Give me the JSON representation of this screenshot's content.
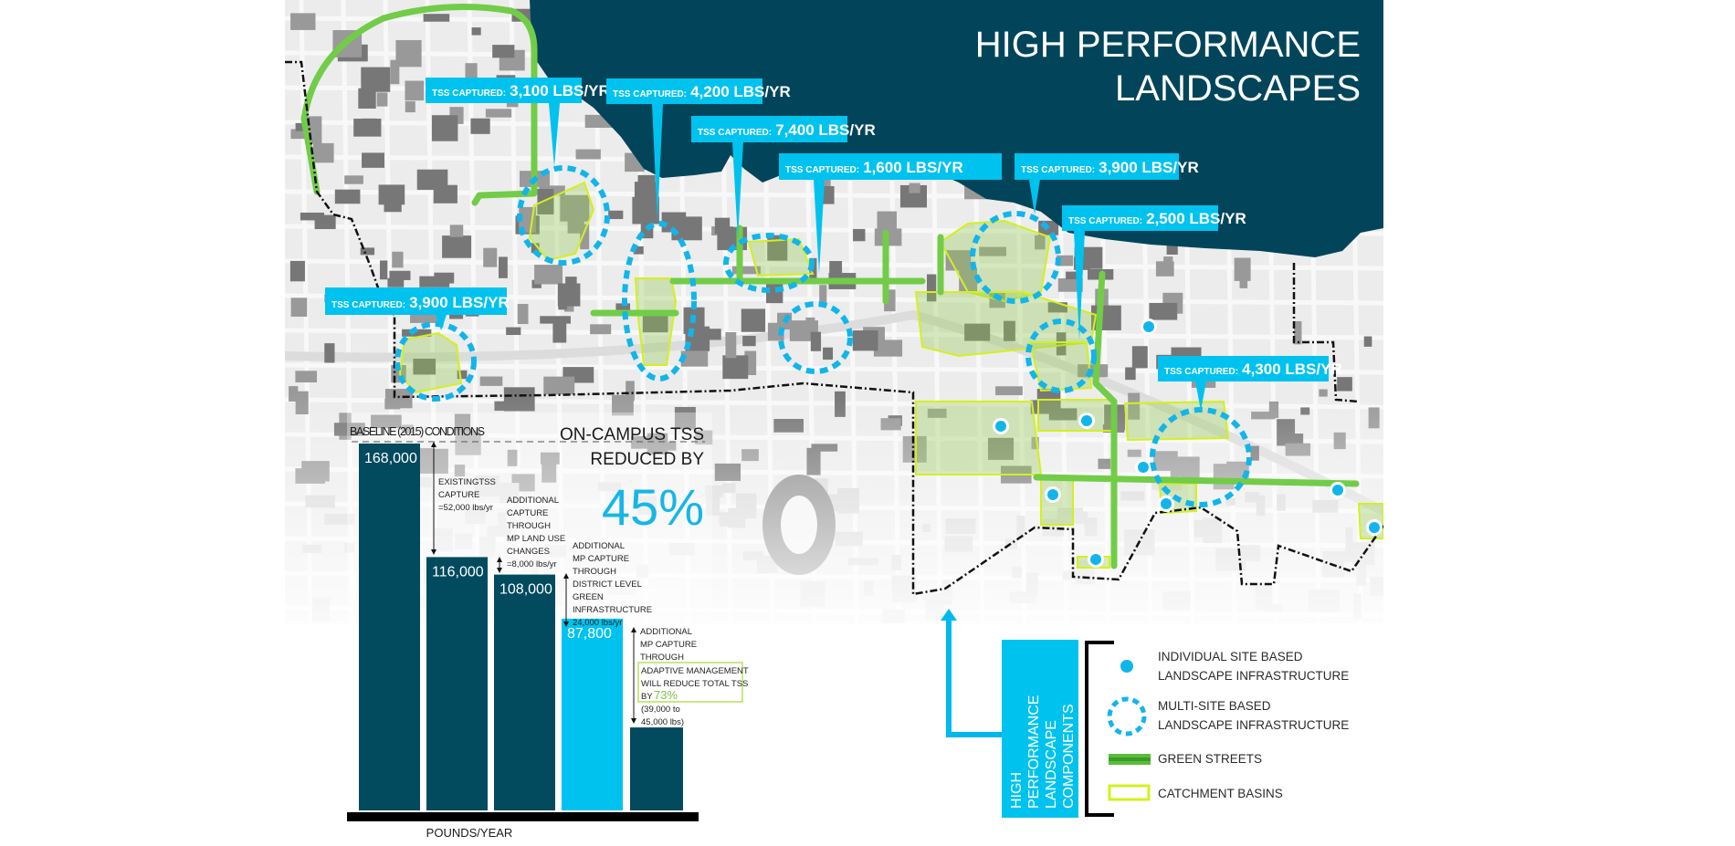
{
  "title": {
    "line1": "HIGH PERFORMANCE",
    "line2": "LANDSCAPES"
  },
  "colors": {
    "water": "#02455a",
    "bar_dark": "#024a5e",
    "bar_highlight": "#00c2ee",
    "accent_blue": "#00b9ec",
    "green_street": "#6cc644",
    "catchment": "#d4f01e",
    "map_bg": "#ececec"
  },
  "callouts": [
    {
      "label": "TSS CAPTURED:",
      "value": "3,100 LBS/YR"
    },
    {
      "label": "TSS CAPTURED:",
      "value": "4,200 LBS/YR"
    },
    {
      "label": "TSS CAPTURED:",
      "value": "7,400 LBS/YR"
    },
    {
      "label": "TSS CAPTURED:",
      "value": "1,600 LBS/YR"
    },
    {
      "label": "TSS CAPTURED:",
      "value": "3,900 LBS/YR"
    },
    {
      "label": "TSS CAPTURED:",
      "value": "2,500 LBS/YR"
    },
    {
      "label": "TSS CAPTURED:",
      "value": "3,900 LBS/YR"
    },
    {
      "label": "TSS CAPTURED:",
      "value": "4,300 LBS/YR"
    }
  ],
  "headline": {
    "line1": "ON-CAMPUS TSS",
    "line2": "REDUCED BY",
    "percent": "45%"
  },
  "chart_data": {
    "type": "bar",
    "title": "",
    "xlabel": "POUNDS/YEAR",
    "ylabel": "",
    "baseline_label": "BASELINE (2015) CONDITIONS",
    "categories": [
      "",
      "",
      "",
      "",
      ""
    ],
    "values": [
      168000,
      116000,
      108000,
      87800,
      38000
    ],
    "value_labels": [
      "168,000",
      "116,000",
      "108,000",
      "87,800",
      ""
    ],
    "highlight_index": 3,
    "ylim": [
      0,
      168000
    ],
    "grid": false,
    "annotations": [
      {
        "lines": [
          "EXISTINGTSS",
          "CAPTURE",
          "=52,000 lbs/yr"
        ]
      },
      {
        "lines": [
          "ADDITIONAL",
          "CAPTURE",
          "THROUGH",
          "MP LAND USE",
          "CHANGES",
          "=8,000 lbs/yr"
        ]
      },
      {
        "lines": [
          "ADDITIONAL",
          "MP CAPTURE",
          "THROUGH",
          "DISTRICT LEVEL",
          "GREEN",
          "INFRASTRUCTURE",
          "24,000 lbs/yr"
        ]
      },
      {
        "lines": [
          "ADDITIONAL",
          "MP CAPTURE",
          "THROUGH"
        ],
        "boxed": [
          "ADAPTIVE MANAGEMENT",
          "WILL REDUCE TOTAL TSS"
        ],
        "boxed_prefix": "BY",
        "boxed_percent": "73%",
        "after": [
          "(39,000 to",
          "45,000 lbs)"
        ]
      }
    ]
  },
  "legend": {
    "heading": [
      "HIGH",
      "PERFORMANCE",
      "LANDSCAPE",
      "COMPONENTS"
    ],
    "items": [
      {
        "icon": "solid-dot-icon",
        "lines": [
          "INDIVIDUAL SITE BASED",
          "LANDSCAPE INFRASTRUCTURE"
        ]
      },
      {
        "icon": "dashed-circle-icon",
        "lines": [
          "MULTI-SITE BASED",
          "LANDSCAPE INFRASTRUCTURE"
        ]
      },
      {
        "icon": "green-street-icon",
        "lines": [
          "GREEN STREETS"
        ]
      },
      {
        "icon": "catchment-basin-icon",
        "lines": [
          "CATCHMENT BASINS"
        ]
      }
    ]
  }
}
